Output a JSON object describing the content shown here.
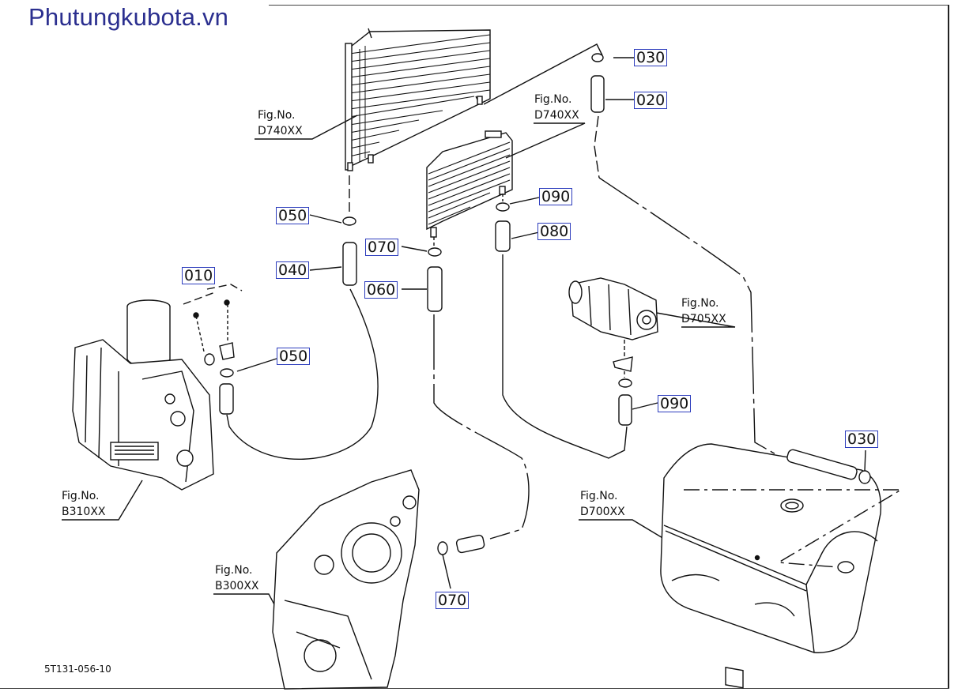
{
  "header": {
    "site_title": "Phutungkubota.vn"
  },
  "callouts": {
    "c030_top": "030",
    "c020": "020",
    "c050_top": "050",
    "c040": "040",
    "c070_mid": "070",
    "c060": "060",
    "c090_top": "090",
    "c080": "080",
    "c010": "010",
    "c050_low": "050",
    "c090_low": "090",
    "c030_right": "030",
    "c070_bottom": "070"
  },
  "figure_refs": {
    "d740_left": {
      "label": "Fig.No.",
      "code": "D740XX"
    },
    "d740_right": {
      "label": "Fig.No.",
      "code": "D740XX"
    },
    "d705": {
      "label": "Fig.No.",
      "code": "D705XX"
    },
    "b310": {
      "label": "Fig.No.",
      "code": "B310XX"
    },
    "d700": {
      "label": "Fig.No.",
      "code": "D700XX"
    },
    "b300": {
      "label": "Fig.No.",
      "code": "B300XX"
    }
  },
  "footer": {
    "drawing_number": "5T131-056-10"
  },
  "colors": {
    "title": "#2b2f8f",
    "callout_border": "#2d3dbd",
    "line": "#111111"
  }
}
